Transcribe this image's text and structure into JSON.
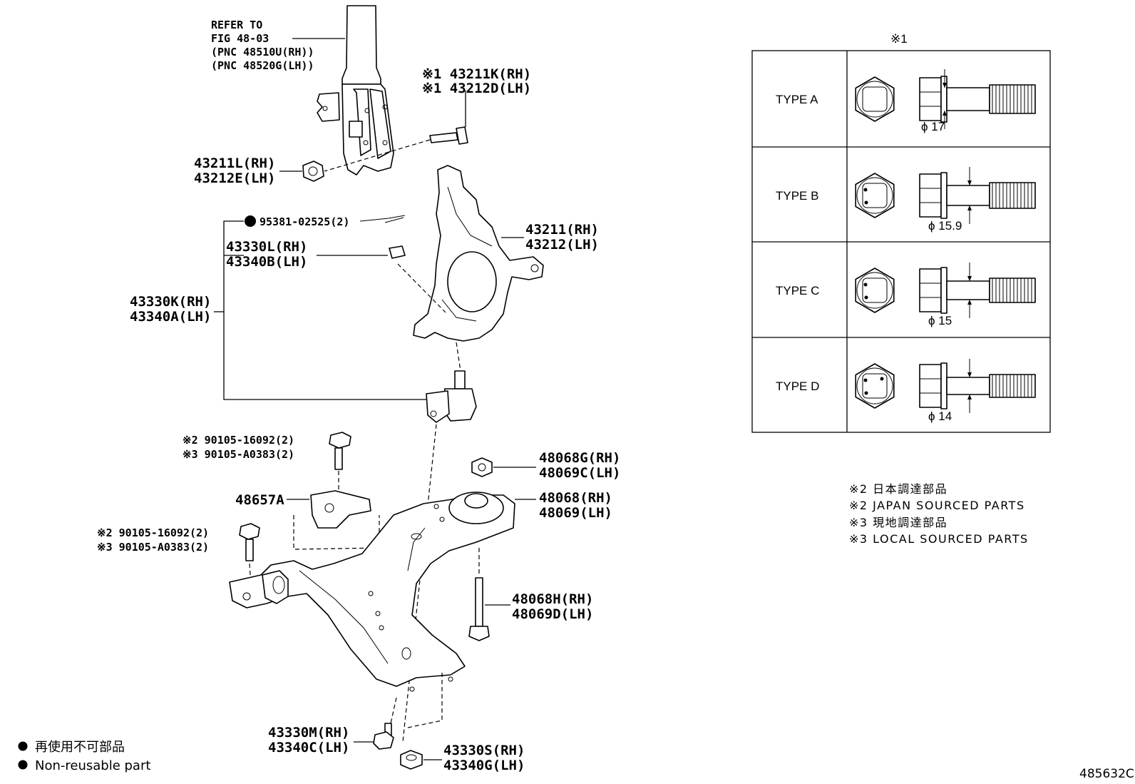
{
  "diagram_id": "485632C",
  "refer": {
    "line1": "REFER TO",
    "line2": "FIG 48-03",
    "line3": "(PNC 48510U(RH))",
    "line4": "(PNC 48520G(LH))"
  },
  "callouts": {
    "bolt_strut_rh": "※1 43211K(RH)",
    "bolt_strut_lh": "※1 43212D(LH)",
    "nut_strut_rh": "43211L(RH)",
    "nut_strut_lh": "43212E(LH)",
    "cotter_pin": "95381-02525(2)",
    "nut_balljoint_rh": "43330L(RH)",
    "nut_balljoint_lh": "43340B(LH)",
    "knuckle_rh": "43211(RH)",
    "knuckle_lh": "43212(LH)",
    "balljoint_rh": "43330K(RH)",
    "balljoint_lh": "43340A(LH)",
    "bolt_upper_2": "※2 90105-16092(2)",
    "bolt_upper_3": "※3 90105-A0383(2)",
    "bracket": "48657A",
    "bolt_lower_2": "※2 90105-16092(2)",
    "bolt_lower_3": "※3 90105-A0383(2)",
    "nut_arm_rh": "48068G(RH)",
    "nut_arm_lh": "48069C(LH)",
    "arm_rh": "48068(RH)",
    "arm_lh": "48069(LH)",
    "bolt_arm_rh": "48068H(RH)",
    "bolt_arm_lh": "48069D(LH)",
    "bolt_bj_rh": "43330M(RH)",
    "bolt_bj_lh": "43340C(LH)",
    "nut_bj_rh": "43330S(RH)",
    "nut_bj_lh": "43340G(LH)"
  },
  "table": {
    "header": "※1",
    "rows": [
      {
        "type": "TYPE A",
        "diameter": "ϕ 17"
      },
      {
        "type": "TYPE B",
        "diameter": "ϕ 15.9"
      },
      {
        "type": "TYPE C",
        "diameter": "ϕ 15"
      },
      {
        "type": "TYPE D",
        "diameter": "ϕ 14"
      }
    ]
  },
  "notes": [
    "※2 日本調達部品",
    "※2 JAPAN SOURCED PARTS",
    "※3 現地調達部品",
    "※3 LOCAL SOURCED PARTS"
  ],
  "legend": {
    "line1": "再使用不可部品",
    "line2": "Non-reusable part"
  }
}
